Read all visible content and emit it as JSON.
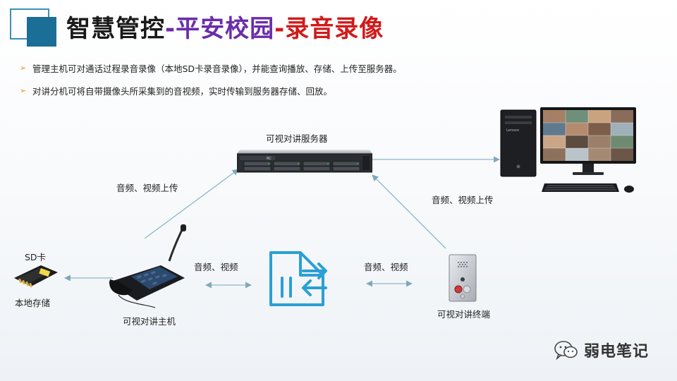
{
  "title": {
    "part1": "智慧管控",
    "part2": "-平安校园",
    "part3": "-录音录像"
  },
  "bullets": [
    "管理主机可对通话过程录音录像（本地SD卡录音录像），并能查询播放、存储、上传至服务器。",
    "对讲分机可将自带摄像头所采集到的音视频，实时传输到服务器存储、回放。"
  ],
  "labels": {
    "server": "可视对讲服务器",
    "upload_left": "音频、视频上传",
    "upload_right": "音频、视频上传",
    "sd_card": "SD卡",
    "local_storage": "本地存储",
    "host": "可视对讲主机",
    "terminal": "可视对讲终端",
    "av_left": "音频、视频",
    "av_right": "音频、视频",
    "monitor_brand": "Lenovo",
    "server_badge": "RC"
  },
  "watermark": {
    "text": "弱电笔记"
  },
  "colors": {
    "accent": "#1b6f96",
    "flow_line": "#8bb8c8",
    "icon_blue": "#2a9fd6",
    "title_purple": "#6a2da8",
    "title_red": "#d11a1a"
  }
}
